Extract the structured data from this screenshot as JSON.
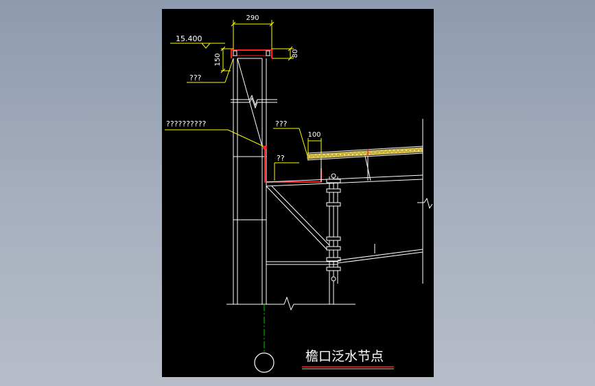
{
  "drawing": {
    "title": "檐口泛水节点",
    "dimensions": {
      "top_width": "290",
      "elevation": "15.400",
      "left_height": "150",
      "right_height": "80",
      "gutter_width": "100"
    },
    "labels": {
      "coping_note": "???",
      "flashing_note": "??????????",
      "roof_note": "???",
      "gutter_note": "??"
    },
    "colors": {
      "background": "#000000",
      "line": "#ffffff",
      "dimension": "#ffff00",
      "flashing": "#ff2020",
      "insulation": "#e0d060",
      "axis": "#00cc00"
    }
  }
}
